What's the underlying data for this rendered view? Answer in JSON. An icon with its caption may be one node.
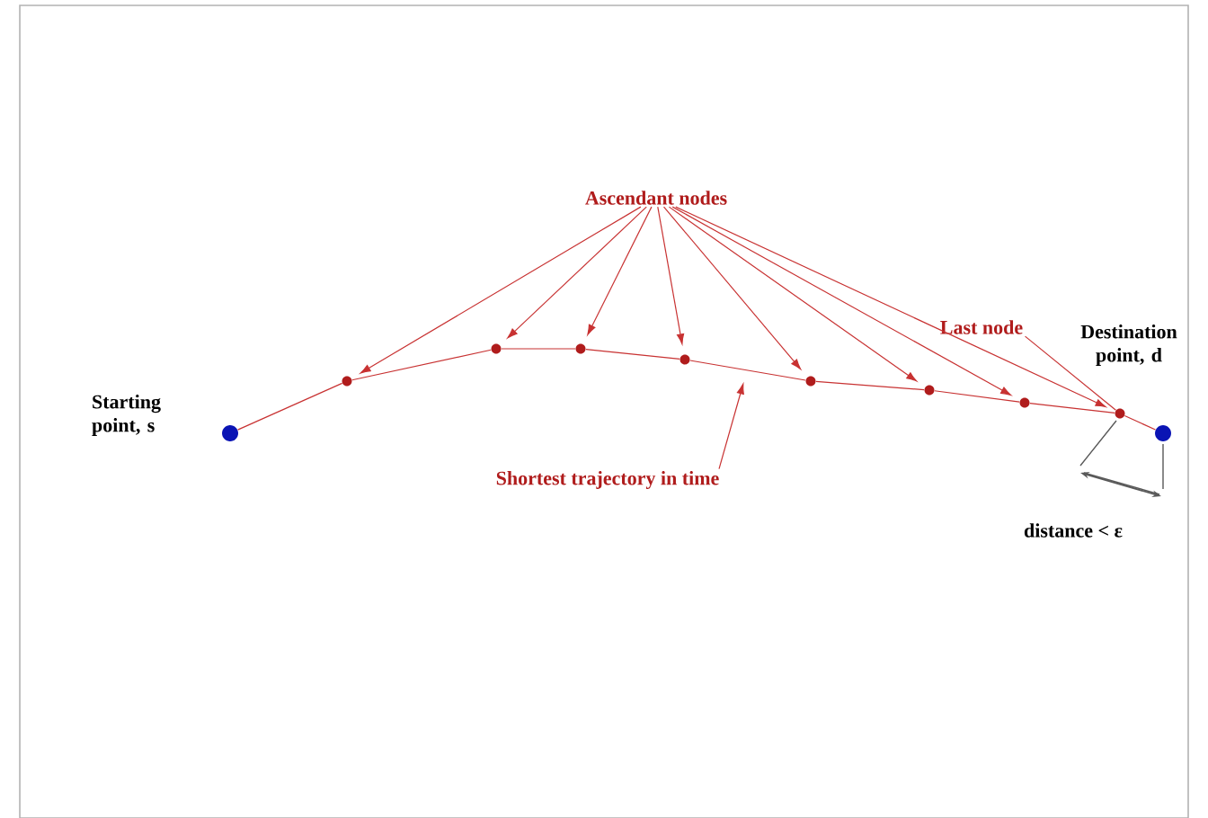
{
  "diagram": {
    "nodes": [
      {
        "text": [],
        "shape": "circle",
        "beside": [
          "Starting point, s"
        ]
      },
      {
        "text": [],
        "shape": "circle"
      },
      {
        "text": [],
        "shape": "circle"
      },
      {
        "text": [],
        "shape": "circle"
      },
      {
        "text": [],
        "shape": "circle"
      },
      {
        "text": [],
        "shape": "circle"
      },
      {
        "text": [],
        "shape": "circle"
      },
      {
        "text": [],
        "shape": "circle"
      },
      {
        "text": [],
        "shape": "circle"
      },
      {
        "text": [],
        "shape": "circle",
        "beside": [
          "Destination point, d"
        ]
      },
      {
        "text": [
          "Ascendant nodes"
        ]
      },
      {
        "text": [
          "Shortest trajectory in time"
        ]
      },
      {
        "text": [
          "Last node"
        ]
      }
    ],
    "edges": [
      {
        "from": 0,
        "to": 1,
        "arrow": "none"
      },
      {
        "from": 1,
        "to": 2,
        "arrow": "none"
      },
      {
        "from": 2,
        "to": 3,
        "arrow": "none"
      },
      {
        "from": 3,
        "to": 4,
        "arrow": "none"
      },
      {
        "from": 4,
        "to": 5,
        "arrow": "none"
      },
      {
        "from": 5,
        "to": 6,
        "arrow": "none"
      },
      {
        "from": 6,
        "to": 7,
        "arrow": "none"
      },
      {
        "from": 7,
        "to": 8,
        "arrow": "none"
      },
      {
        "from": 8,
        "to": 9,
        "arrow": "none"
      },
      {
        "from": 10,
        "to": 1,
        "arrow": "to"
      },
      {
        "from": 10,
        "to": 2,
        "arrow": "to"
      },
      {
        "from": 10,
        "to": 3,
        "arrow": "to"
      },
      {
        "from": 10,
        "to": 4,
        "arrow": "to"
      },
      {
        "from": 10,
        "to": 5,
        "arrow": "to"
      },
      {
        "from": 10,
        "to": 6,
        "arrow": "to"
      },
      {
        "from": 10,
        "to": 7,
        "arrow": "to"
      },
      {
        "from": 10,
        "to": 8,
        "arrow": "to"
      },
      {
        "from": 11,
        "to": null,
        "arrow": "to"
      },
      {
        "from": 12,
        "to": 8,
        "arrow": "none"
      }
    ],
    "labels": [
      "distance <  ε"
    ]
  }
}
